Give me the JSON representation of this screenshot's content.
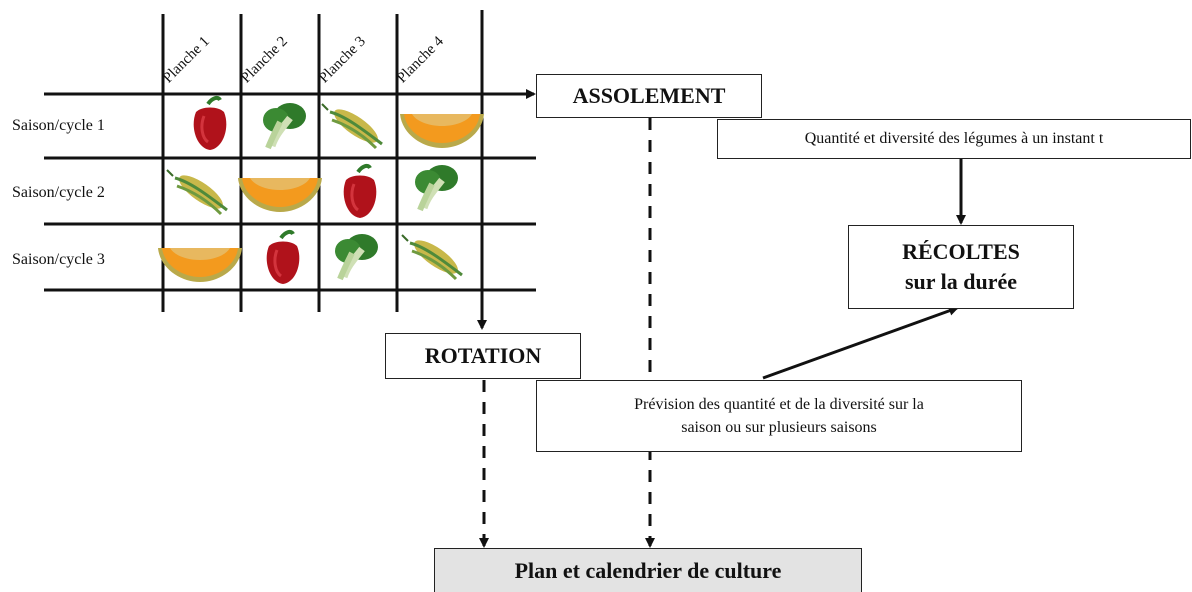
{
  "grid": {
    "columns": [
      "Planche 1",
      "Planche 2",
      "Planche 3",
      "Planche 4"
    ],
    "rows": [
      "Saison/cycle 1",
      "Saison/cycle 2",
      "Saison/cycle 3"
    ],
    "cells": [
      [
        "pepper-icon",
        "bokchoy-icon",
        "corn-icon",
        "melon-icon"
      ],
      [
        "corn-icon",
        "melon-icon",
        "pepper-icon",
        "bokchoy-icon"
      ],
      [
        "melon-icon",
        "pepper-icon",
        "bokchoy-icon",
        "corn-icon"
      ]
    ]
  },
  "boxes": {
    "assolement": "ASSOLEMENT",
    "quantite": "Quantité et diversité des légumes à un instant t",
    "recoltes_line1": "RÉCOLTES",
    "recoltes_line2": "sur la durée",
    "rotation": "ROTATION",
    "prevision_line1": "Prévision des quantité et de la diversité sur la",
    "prevision_line2": "saison ou sur plusieurs saisons",
    "plan": "Plan et calendrier de culture"
  },
  "colors": {
    "pepper": "#b0121b",
    "leaf": "#2f7a2a",
    "corn": "#c8b84a",
    "melon_flesh": "#f39a1e",
    "melon_rind": "#b9a94a",
    "plan_box": "#e3e3e3"
  }
}
